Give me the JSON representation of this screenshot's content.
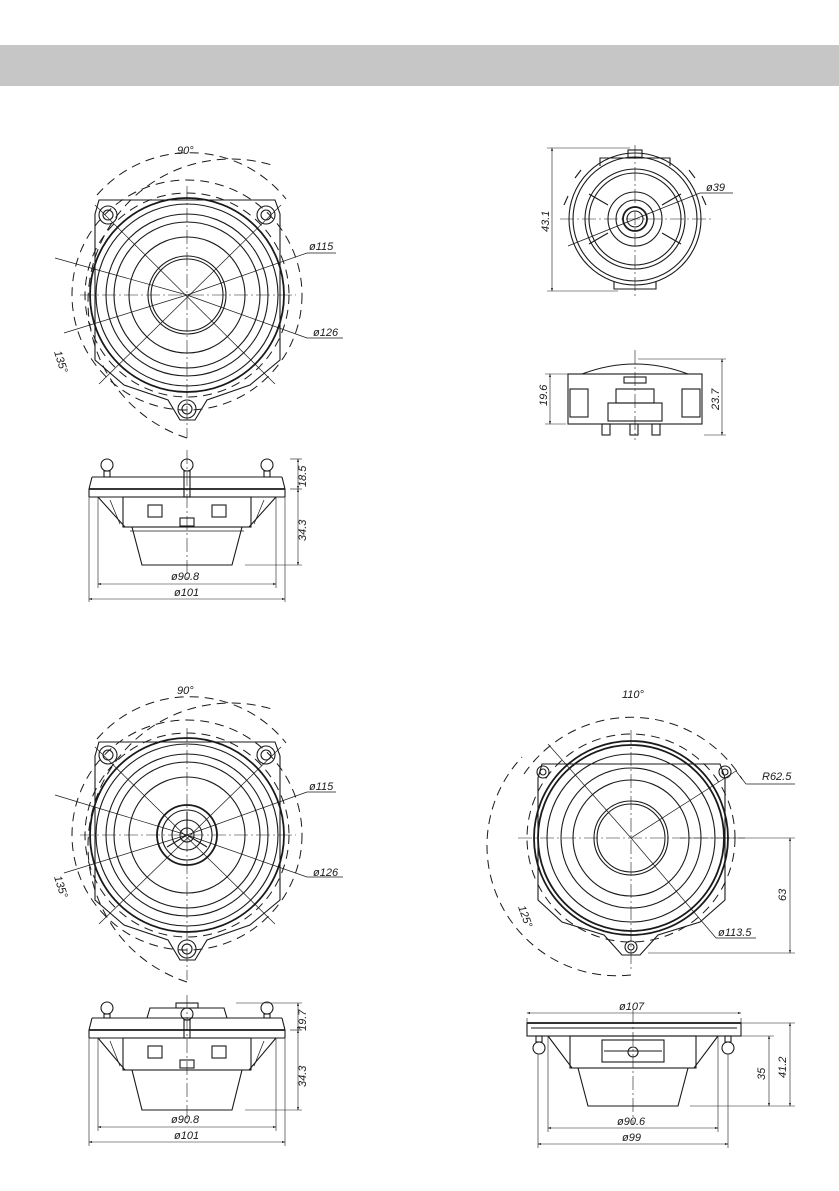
{
  "labels": {
    "d1": {
      "angle_top": "90°",
      "dia_a": "ø115",
      "dia_b": "ø126",
      "angle_side": "135°"
    },
    "s1": {
      "h_top": "18.5",
      "h_body": "34.3",
      "dia_inner": "ø90.8",
      "dia_outer": "ø101"
    },
    "tw": {
      "height": "43.1",
      "dia": "ø39"
    },
    "ts": {
      "h_a": "19.6",
      "h_b": "23.7"
    },
    "d2": {
      "angle_top": "90°",
      "dia_a": "ø115",
      "dia_b": "ø126",
      "angle_side": "135°"
    },
    "s2": {
      "h_top": "19.7",
      "h_body": "34.3",
      "dia_inner": "ø90.8",
      "dia_outer": "ø101"
    },
    "d3": {
      "angle_top": "110°",
      "radius": "R62.5",
      "height": "63",
      "angle_side": "125°",
      "dia": "ø113.5"
    },
    "s3": {
      "dia_top": "ø107",
      "h_a": "35",
      "h_b": "41.2",
      "dia_inner": "ø90.6",
      "dia_outer": "ø99"
    }
  }
}
